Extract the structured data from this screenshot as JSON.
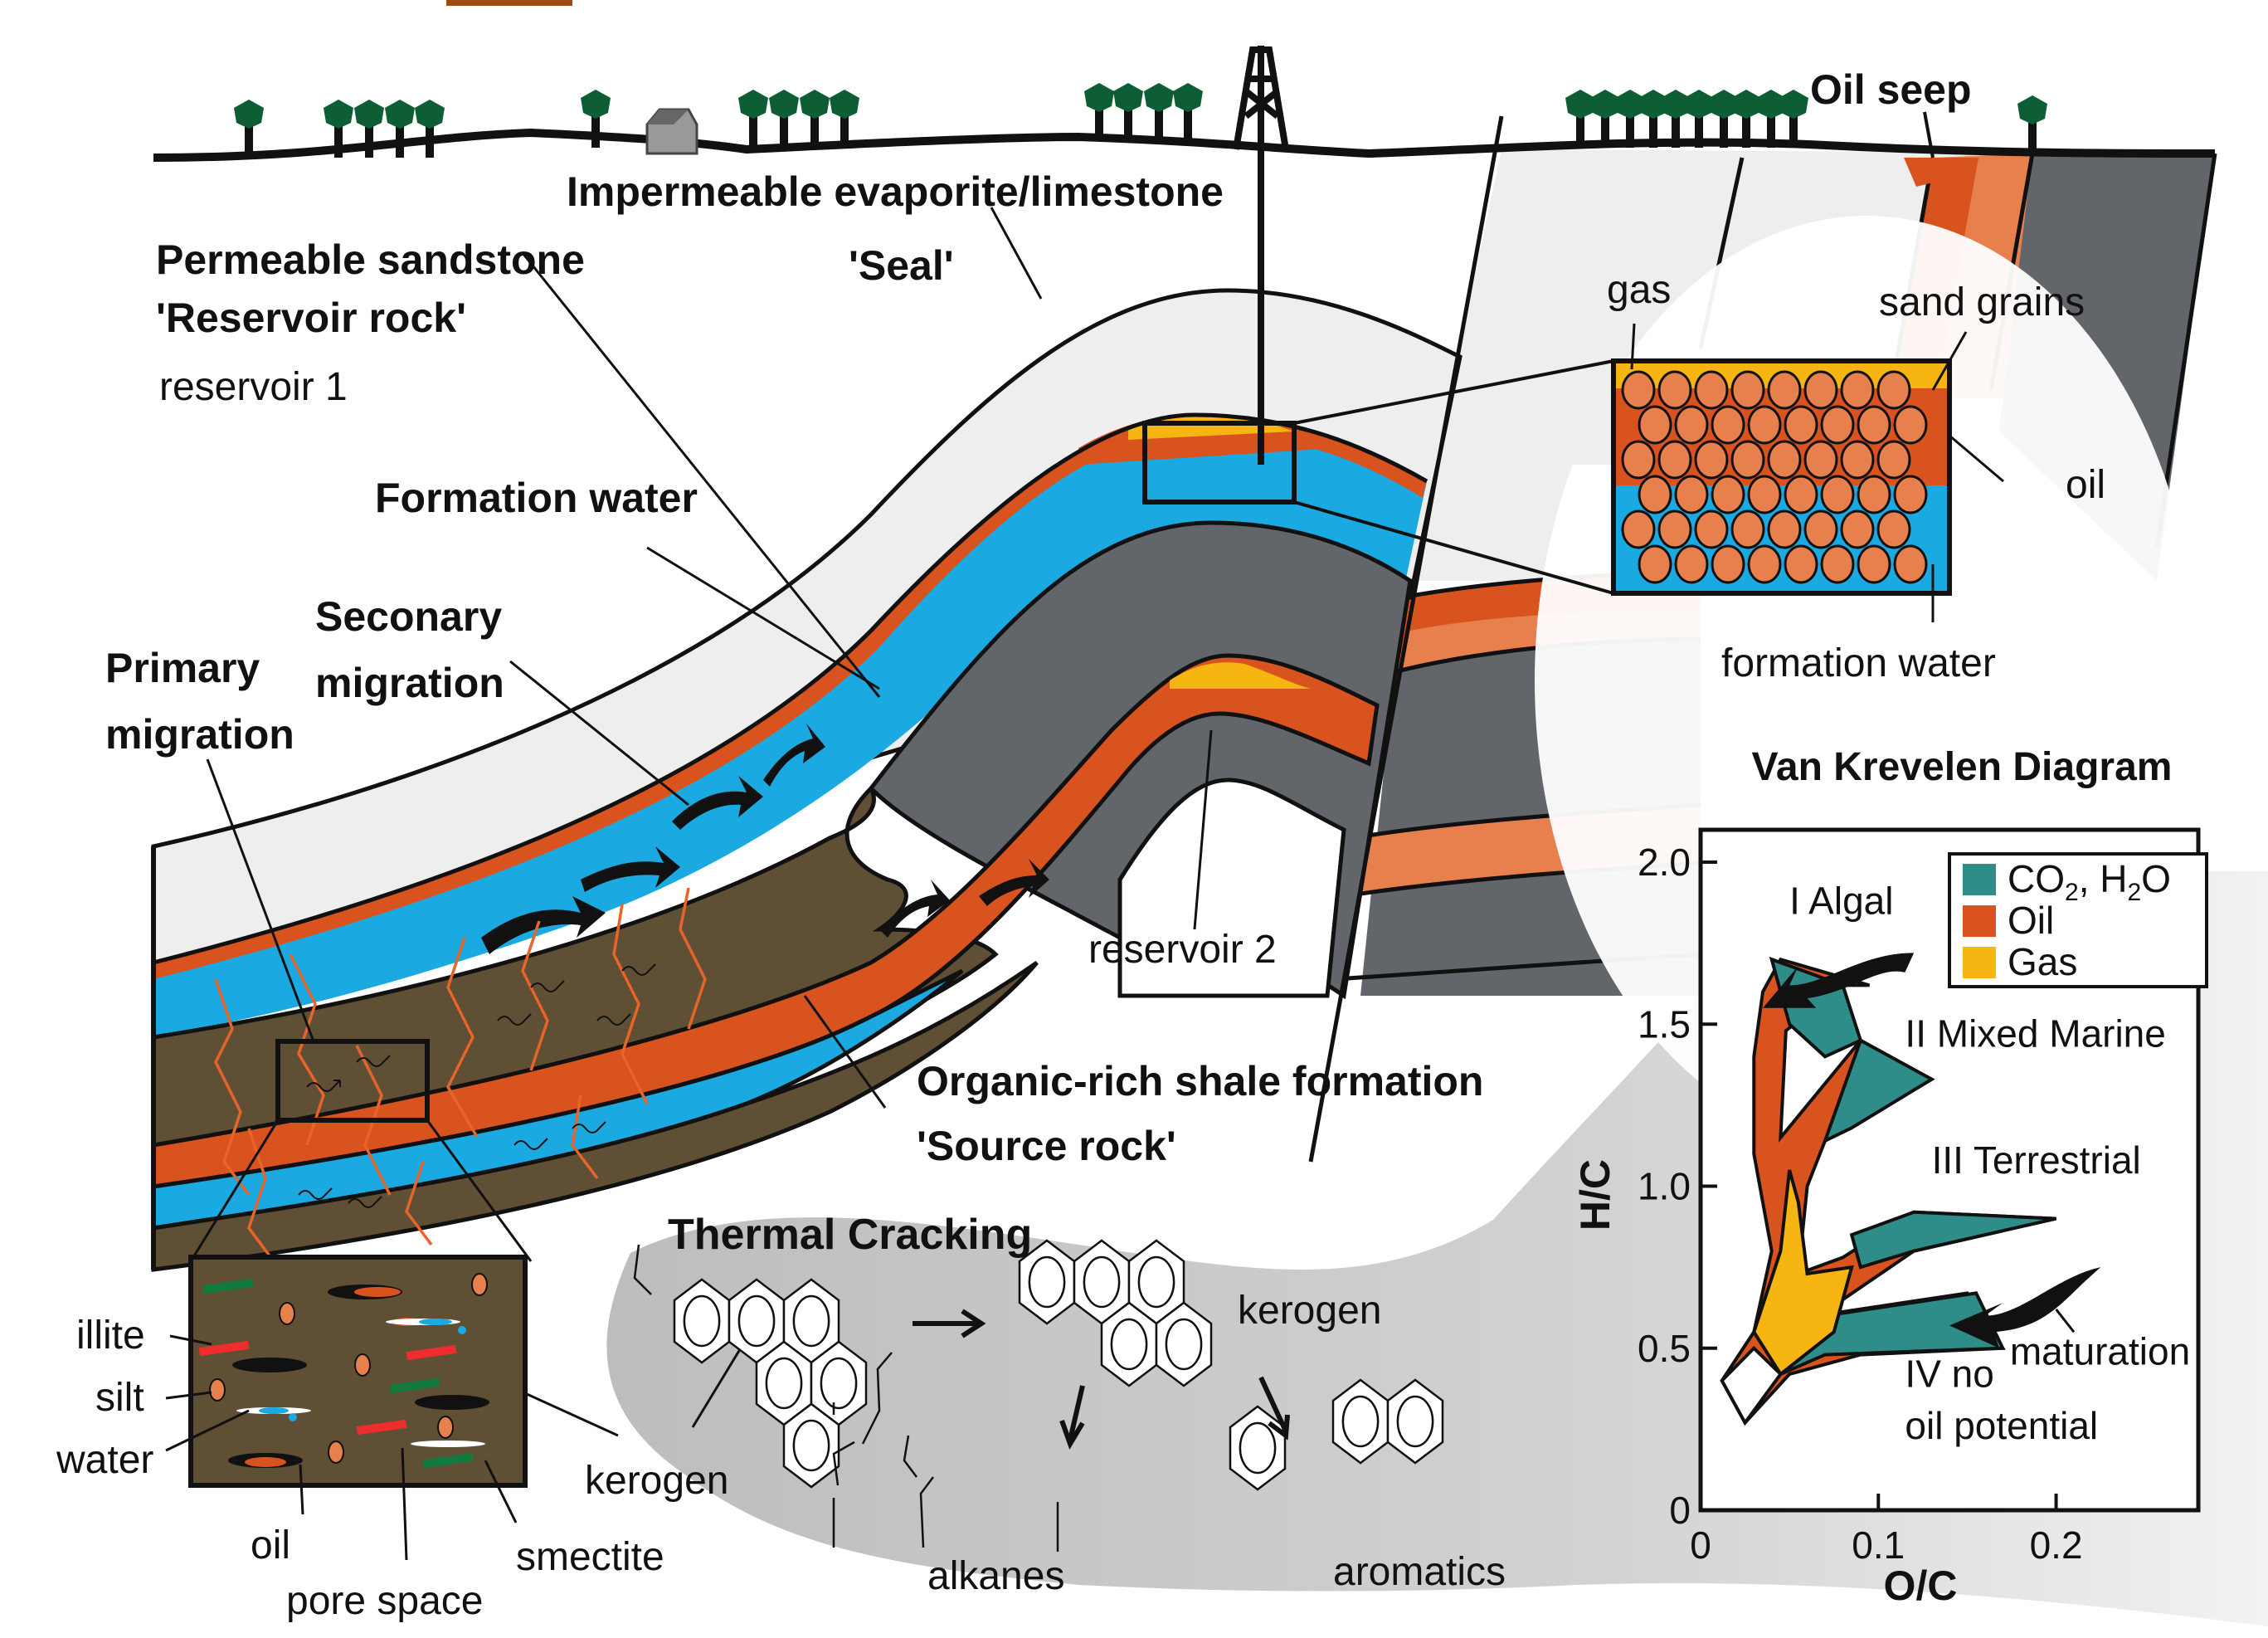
{
  "colors": {
    "seal": "#eeeeee",
    "reservoir_water": "#1aa9e1",
    "oil": "#d9531f",
    "oil_light": "#e8804e",
    "gas": "#f7b512",
    "shale_grey": "#62666b",
    "source_rock": "#5e4f35",
    "tree": "#0e5e35",
    "co2_h2o": "#2e8c89",
    "background_blob": "#cccccc",
    "outline": "#111111",
    "illite": "#ee2e2e",
    "smectite": "#127a3e"
  },
  "surface": {
    "oil_seep_label": "Oil seep"
  },
  "cross_section": {
    "labels": {
      "seal_title": "Impermeable evaporite/limestone",
      "seal_sub": "'Seal'",
      "reservoir_title": "Permeable sandstone",
      "reservoir_sub": "'Reservoir rock'",
      "reservoir_1": "reservoir 1",
      "formation_water": "Formation water",
      "secondary_migration_1": "Seconary",
      "secondary_migration_2": "migration",
      "primary_migration_1": "Primary",
      "primary_migration_2": "migration",
      "reservoir_2": "reservoir 2",
      "source_title": "Organic-rich shale formation",
      "source_sub": "'Source rock'"
    }
  },
  "pore_inset": {
    "labels": {
      "gas": "gas",
      "sand_grains": "sand grains",
      "oil": "oil",
      "formation_water": "formation water"
    }
  },
  "source_inset": {
    "labels": {
      "illite": "illite",
      "silt": "silt",
      "water": "water",
      "oil": "oil",
      "pore_space": "pore space",
      "smectite": "smectite",
      "kerogen": "kerogen"
    }
  },
  "thermal_cracking": {
    "title": "Thermal Cracking",
    "kerogen_label": "kerogen",
    "alkanes_label": "alkanes",
    "aromatics_label": "aromatics"
  },
  "chart_data": {
    "type": "area",
    "title": "Van Krevelen Diagram",
    "xlabel": "O/C",
    "ylabel": "H/C",
    "xlim": [
      0,
      0.28
    ],
    "ylim": [
      0,
      2.1
    ],
    "x_ticks": [
      "0",
      "0.1",
      "0.2"
    ],
    "y_ticks": [
      "0",
      "0.5",
      "1.0",
      "1.5",
      "2.0"
    ],
    "legend": {
      "placement": "top-right",
      "entries": [
        {
          "label_main": "CO",
          "label_sub": "2",
          "label_rest": ", H",
          "label_sub2": "2",
          "label_end": "O",
          "color": "#2e8c89"
        },
        {
          "label_main": "Oil",
          "color": "#d9531f"
        },
        {
          "label_main": "Gas",
          "color": "#f7b512"
        }
      ]
    },
    "kerogen_types": [
      {
        "name": "I Algal",
        "start_oc": 0.04,
        "start_hc": 1.7
      },
      {
        "name": "II Mixed Marine",
        "start_oc": 0.13,
        "start_hc": 1.35
      },
      {
        "name": "III Terrestrial",
        "start_oc": 0.2,
        "start_hc": 0.93
      },
      {
        "name": "IV no oil potential",
        "name_line1": "IV no",
        "name_line2": "oil potential",
        "start_oc": 0.17,
        "start_hc": 0.5
      }
    ],
    "annotations": [
      "maturation"
    ]
  }
}
